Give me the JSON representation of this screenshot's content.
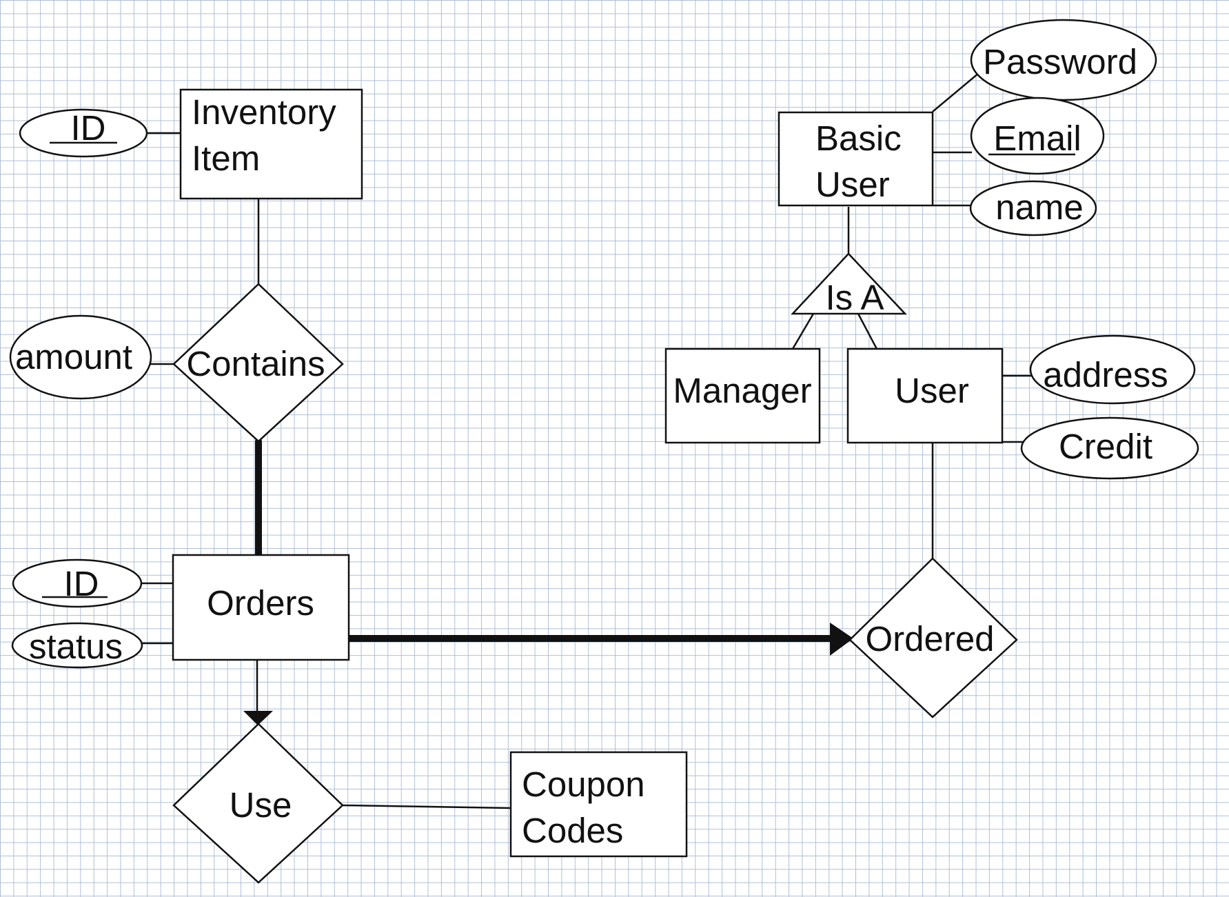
{
  "entities": {
    "inventory_item": [
      "Inventory",
      "Item"
    ],
    "basic_user": [
      "Basic",
      "User"
    ],
    "manager": "Manager",
    "user": "User",
    "orders": "Orders",
    "coupon_codes": [
      "Coupon",
      "Codes"
    ]
  },
  "relationships": {
    "contains": "Contains",
    "ordered": "Ordered",
    "use": "Use",
    "isa": "Is A"
  },
  "attributes": {
    "item_id": "ID",
    "amount": "amount",
    "order_id": "ID",
    "status": "status",
    "password": "Password",
    "email": "Email",
    "name": "name",
    "address": "address",
    "credit": "Credit"
  },
  "colors": {
    "grid": "#aebfd6",
    "ink": "#111111",
    "background": "#ffffff"
  }
}
